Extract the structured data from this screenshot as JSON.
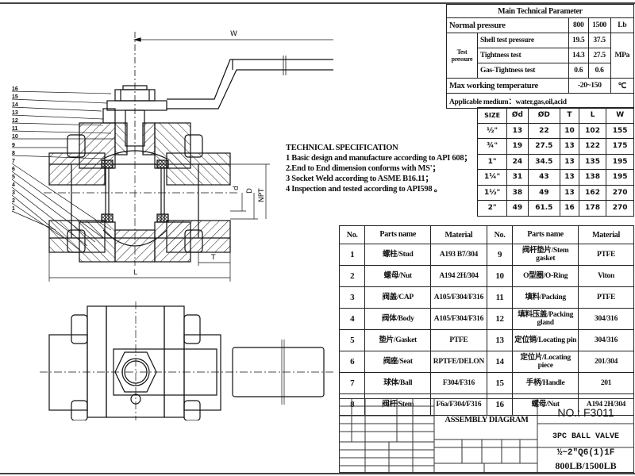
{
  "main_parameter": {
    "title": "Main Technical Parameter",
    "normal_pressure_label": "Normal pressure",
    "class_800": "800",
    "class_1500": "1500",
    "unit_lb": "Lb",
    "test_pressure_label": "Test pressure",
    "rows": [
      {
        "label": "Shell test pressure",
        "v800": "19.5",
        "v1500": "37.5"
      },
      {
        "label": "Tightness test",
        "v800": "14.3",
        "v1500": "27.5"
      },
      {
        "label": "Gas-Tightness test",
        "v800": "0.6",
        "v1500": "0.6"
      }
    ],
    "unit_mpa": "MPa",
    "max_temp_label": "Max working temperature",
    "max_temp_value": "-20~150",
    "unit_temp": "℃",
    "medium_label": "Applicable medium：",
    "medium_value": "water,gas,oil,acid"
  },
  "size_table": {
    "headers": [
      "SIZE",
      "Ød",
      "ØD",
      "T",
      "L",
      "W"
    ],
    "rows": [
      [
        "½\"",
        "13",
        "22",
        "10",
        "102",
        "155"
      ],
      [
        "¾\"",
        "19",
        "27.5",
        "13",
        "122",
        "175"
      ],
      [
        "1\"",
        "24",
        "34.5",
        "13",
        "135",
        "195"
      ],
      [
        "1¼\"",
        "31",
        "43",
        "13",
        "138",
        "195"
      ],
      [
        "1½\"",
        "38",
        "49",
        "13",
        "162",
        "270"
      ],
      [
        "2\"",
        "49",
        "61.5",
        "16",
        "178",
        "270"
      ]
    ]
  },
  "tech_spec": {
    "title": "TECHNICAL SPECIFICATION",
    "items": [
      "1 Basic design and manufacture according to API 608；",
      "2.End to End dimension conforms with MS'；",
      "3 Socket Weld according to ASME B16.11；",
      "4 Inspection and tested according to API598 。"
    ]
  },
  "parts_table": {
    "headers": {
      "no": "No.",
      "name": "Parts name",
      "material": "Material"
    },
    "left": [
      {
        "no": "1",
        "name": "螺柱/Stud",
        "material": "A193 B7/304"
      },
      {
        "no": "2",
        "name": "螺母/Nut",
        "material": "A194 2H/304"
      },
      {
        "no": "3",
        "name": "阀盖/CAP",
        "material": "A105/F304/F316"
      },
      {
        "no": "4",
        "name": "阀体/Body",
        "material": "A105/F304/F316"
      },
      {
        "no": "5",
        "name": "垫片/Gasket",
        "material": "PTFE"
      },
      {
        "no": "6",
        "name": "阀座/Seat",
        "material": "RPTFE/DELON"
      },
      {
        "no": "7",
        "name": "球体/Ball",
        "material": "F304/F316"
      },
      {
        "no": "8",
        "name": "阀杆/Stem",
        "material": "F6a/F304/F316"
      }
    ],
    "right": [
      {
        "no": "9",
        "name": "阀杆垫片/Stem gasket",
        "material": "PTFE"
      },
      {
        "no": "10",
        "name": "O型圈/O-Ring",
        "material": "Viton"
      },
      {
        "no": "11",
        "name": "填料/Packing",
        "material": "PTFE"
      },
      {
        "no": "12",
        "name": "填料压盖/Packing gland",
        "material": "304/316"
      },
      {
        "no": "13",
        "name": "定位销/Locating pin",
        "material": "304/316"
      },
      {
        "no": "14",
        "name": "定位片/Locating piece",
        "material": "201/304"
      },
      {
        "no": "15",
        "name": "手柄/Handle",
        "material": "201"
      },
      {
        "no": "16",
        "name": "螺母/Nut",
        "material": "A194 2H/304"
      }
    ]
  },
  "title_block": {
    "drawing_type": "ASSEMBLY DIAGRAM",
    "number": "NO.: F3011",
    "product": "3PC BALL VALVE",
    "spec_line1": "½~2\"Q6(1)1F",
    "spec_line2": "800LB/1500LB"
  },
  "drawing": {
    "balloons": [
      "16",
      "15",
      "14",
      "13",
      "12",
      "11",
      "10",
      "9",
      "8",
      "7",
      "6",
      "5",
      "4",
      "3",
      "2",
      "1"
    ],
    "dim_w": "W",
    "dim_l": "L",
    "dim_t": "T",
    "dim_d": "d",
    "dim_D": "D",
    "dim_npt": "NPT"
  }
}
